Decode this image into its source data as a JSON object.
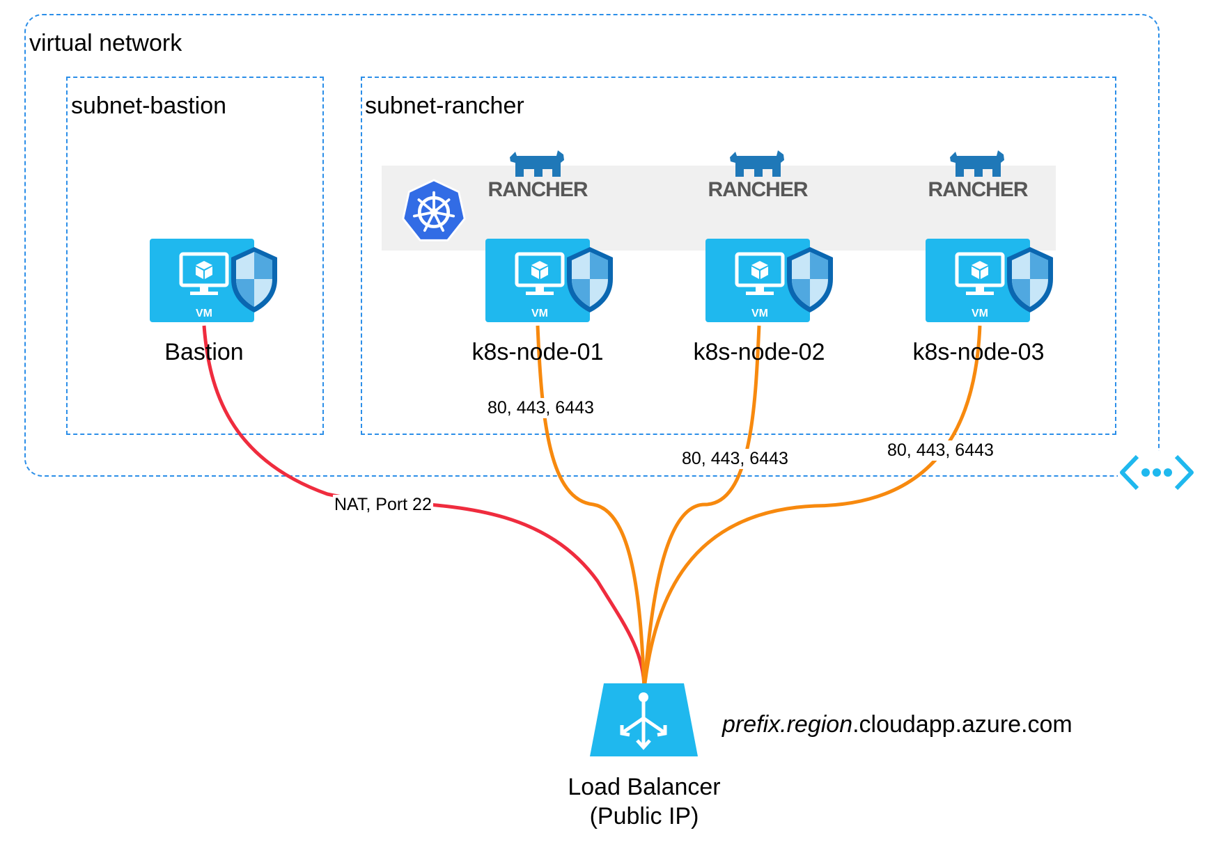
{
  "vnet": {
    "label": "virtual network"
  },
  "subnets": {
    "bastion": {
      "label": "subnet-bastion"
    },
    "rancher": {
      "label": "subnet-rancher"
    }
  },
  "bastion": {
    "name": "Bastion",
    "vm_badge": "VM"
  },
  "nodes": [
    {
      "name": "k8s-node-01",
      "vm_badge": "VM",
      "ports": "80, 443, 6443"
    },
    {
      "name": "k8s-node-02",
      "vm_badge": "VM",
      "ports": "80, 443, 6443"
    },
    {
      "name": "k8s-node-03",
      "vm_badge": "VM",
      "ports": "80, 443, 6443"
    }
  ],
  "rancher_logos": [
    "RANCHER",
    "RANCHER",
    "RANCHER"
  ],
  "nat_label": "NAT, Port 22",
  "load_balancer": {
    "line1": "Load Balancer",
    "line2": "(Public IP)",
    "dns_italic": "prefix.region",
    "dns_suffix": ".cloudapp.azure.com"
  },
  "colors": {
    "dashed_border": "#2b8ee8",
    "azure_tile": "#1fb8ee",
    "nat_line": "#ef2c3e",
    "port_line": "#f7890e",
    "rancher_blue": "#1f78b8",
    "k8s_blue": "#326ce5"
  }
}
